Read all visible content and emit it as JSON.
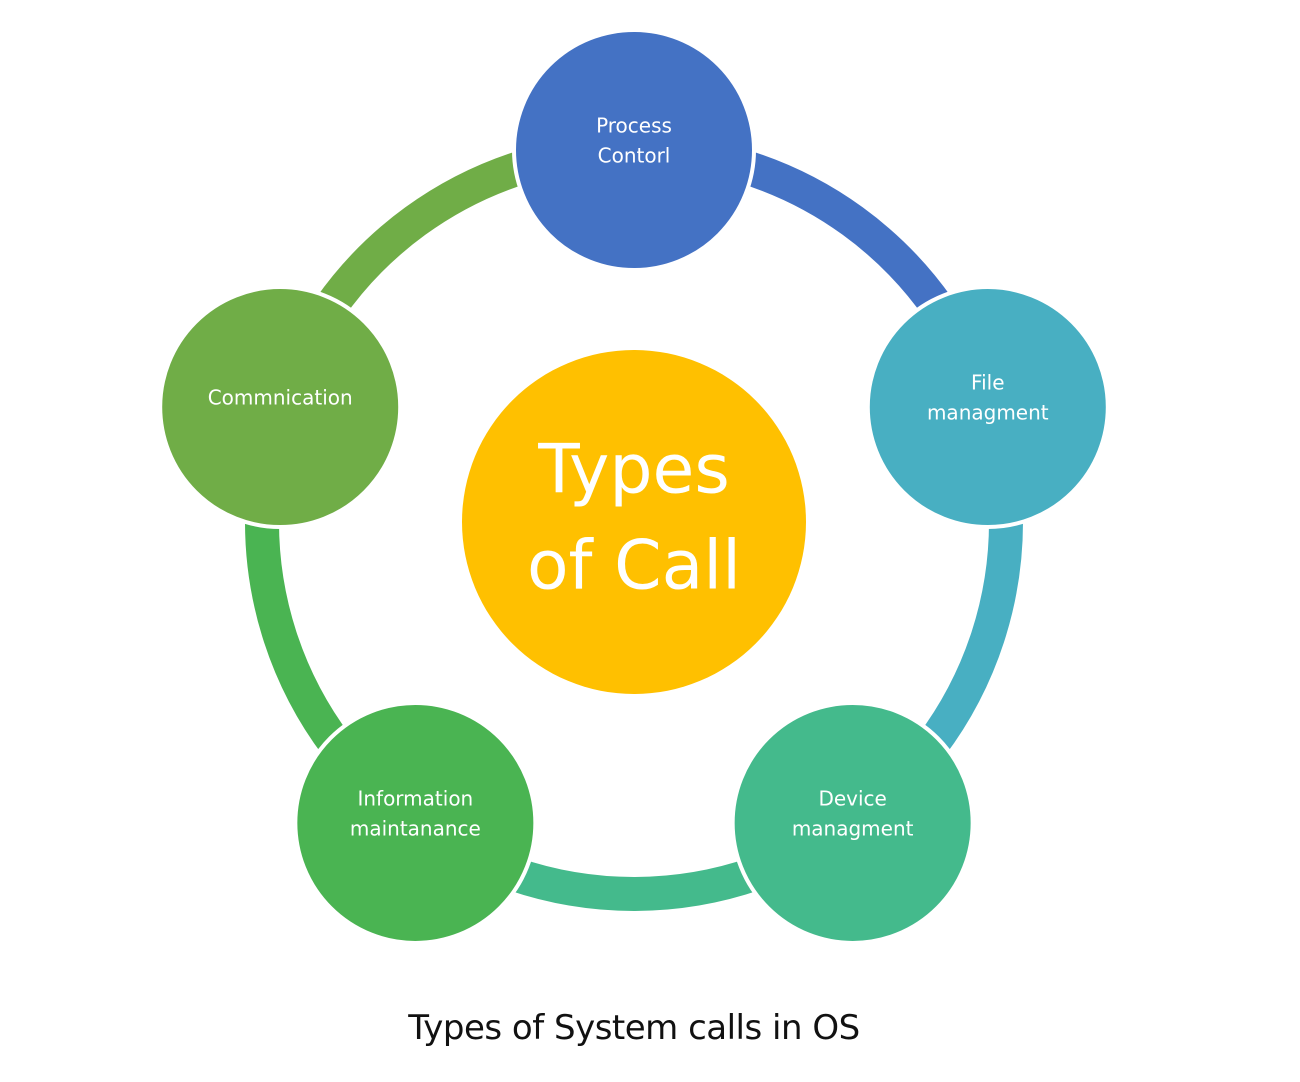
{
  "diagram": {
    "center": {
      "lines": [
        "Types",
        "of Call"
      ],
      "color": "#FFC000"
    },
    "nodes": [
      {
        "lines": [
          "Process",
          "Contorl"
        ],
        "color": "#4472C4",
        "connector_color": "#4472C4"
      },
      {
        "lines": [
          "File",
          "managment"
        ],
        "color": "#48AFC2",
        "connector_color": "#48AFC2"
      },
      {
        "lines": [
          "Device",
          "managment"
        ],
        "color": "#44BA8C",
        "connector_color": "#44BA8C"
      },
      {
        "lines": [
          "Information",
          "maintanance"
        ],
        "color": "#4AB452",
        "connector_color": "#4AB452"
      },
      {
        "lines": [
          "Commnication"
        ],
        "color": "#70AD47",
        "connector_color": "#70AD47"
      }
    ]
  },
  "caption": "Types of System calls in OS"
}
